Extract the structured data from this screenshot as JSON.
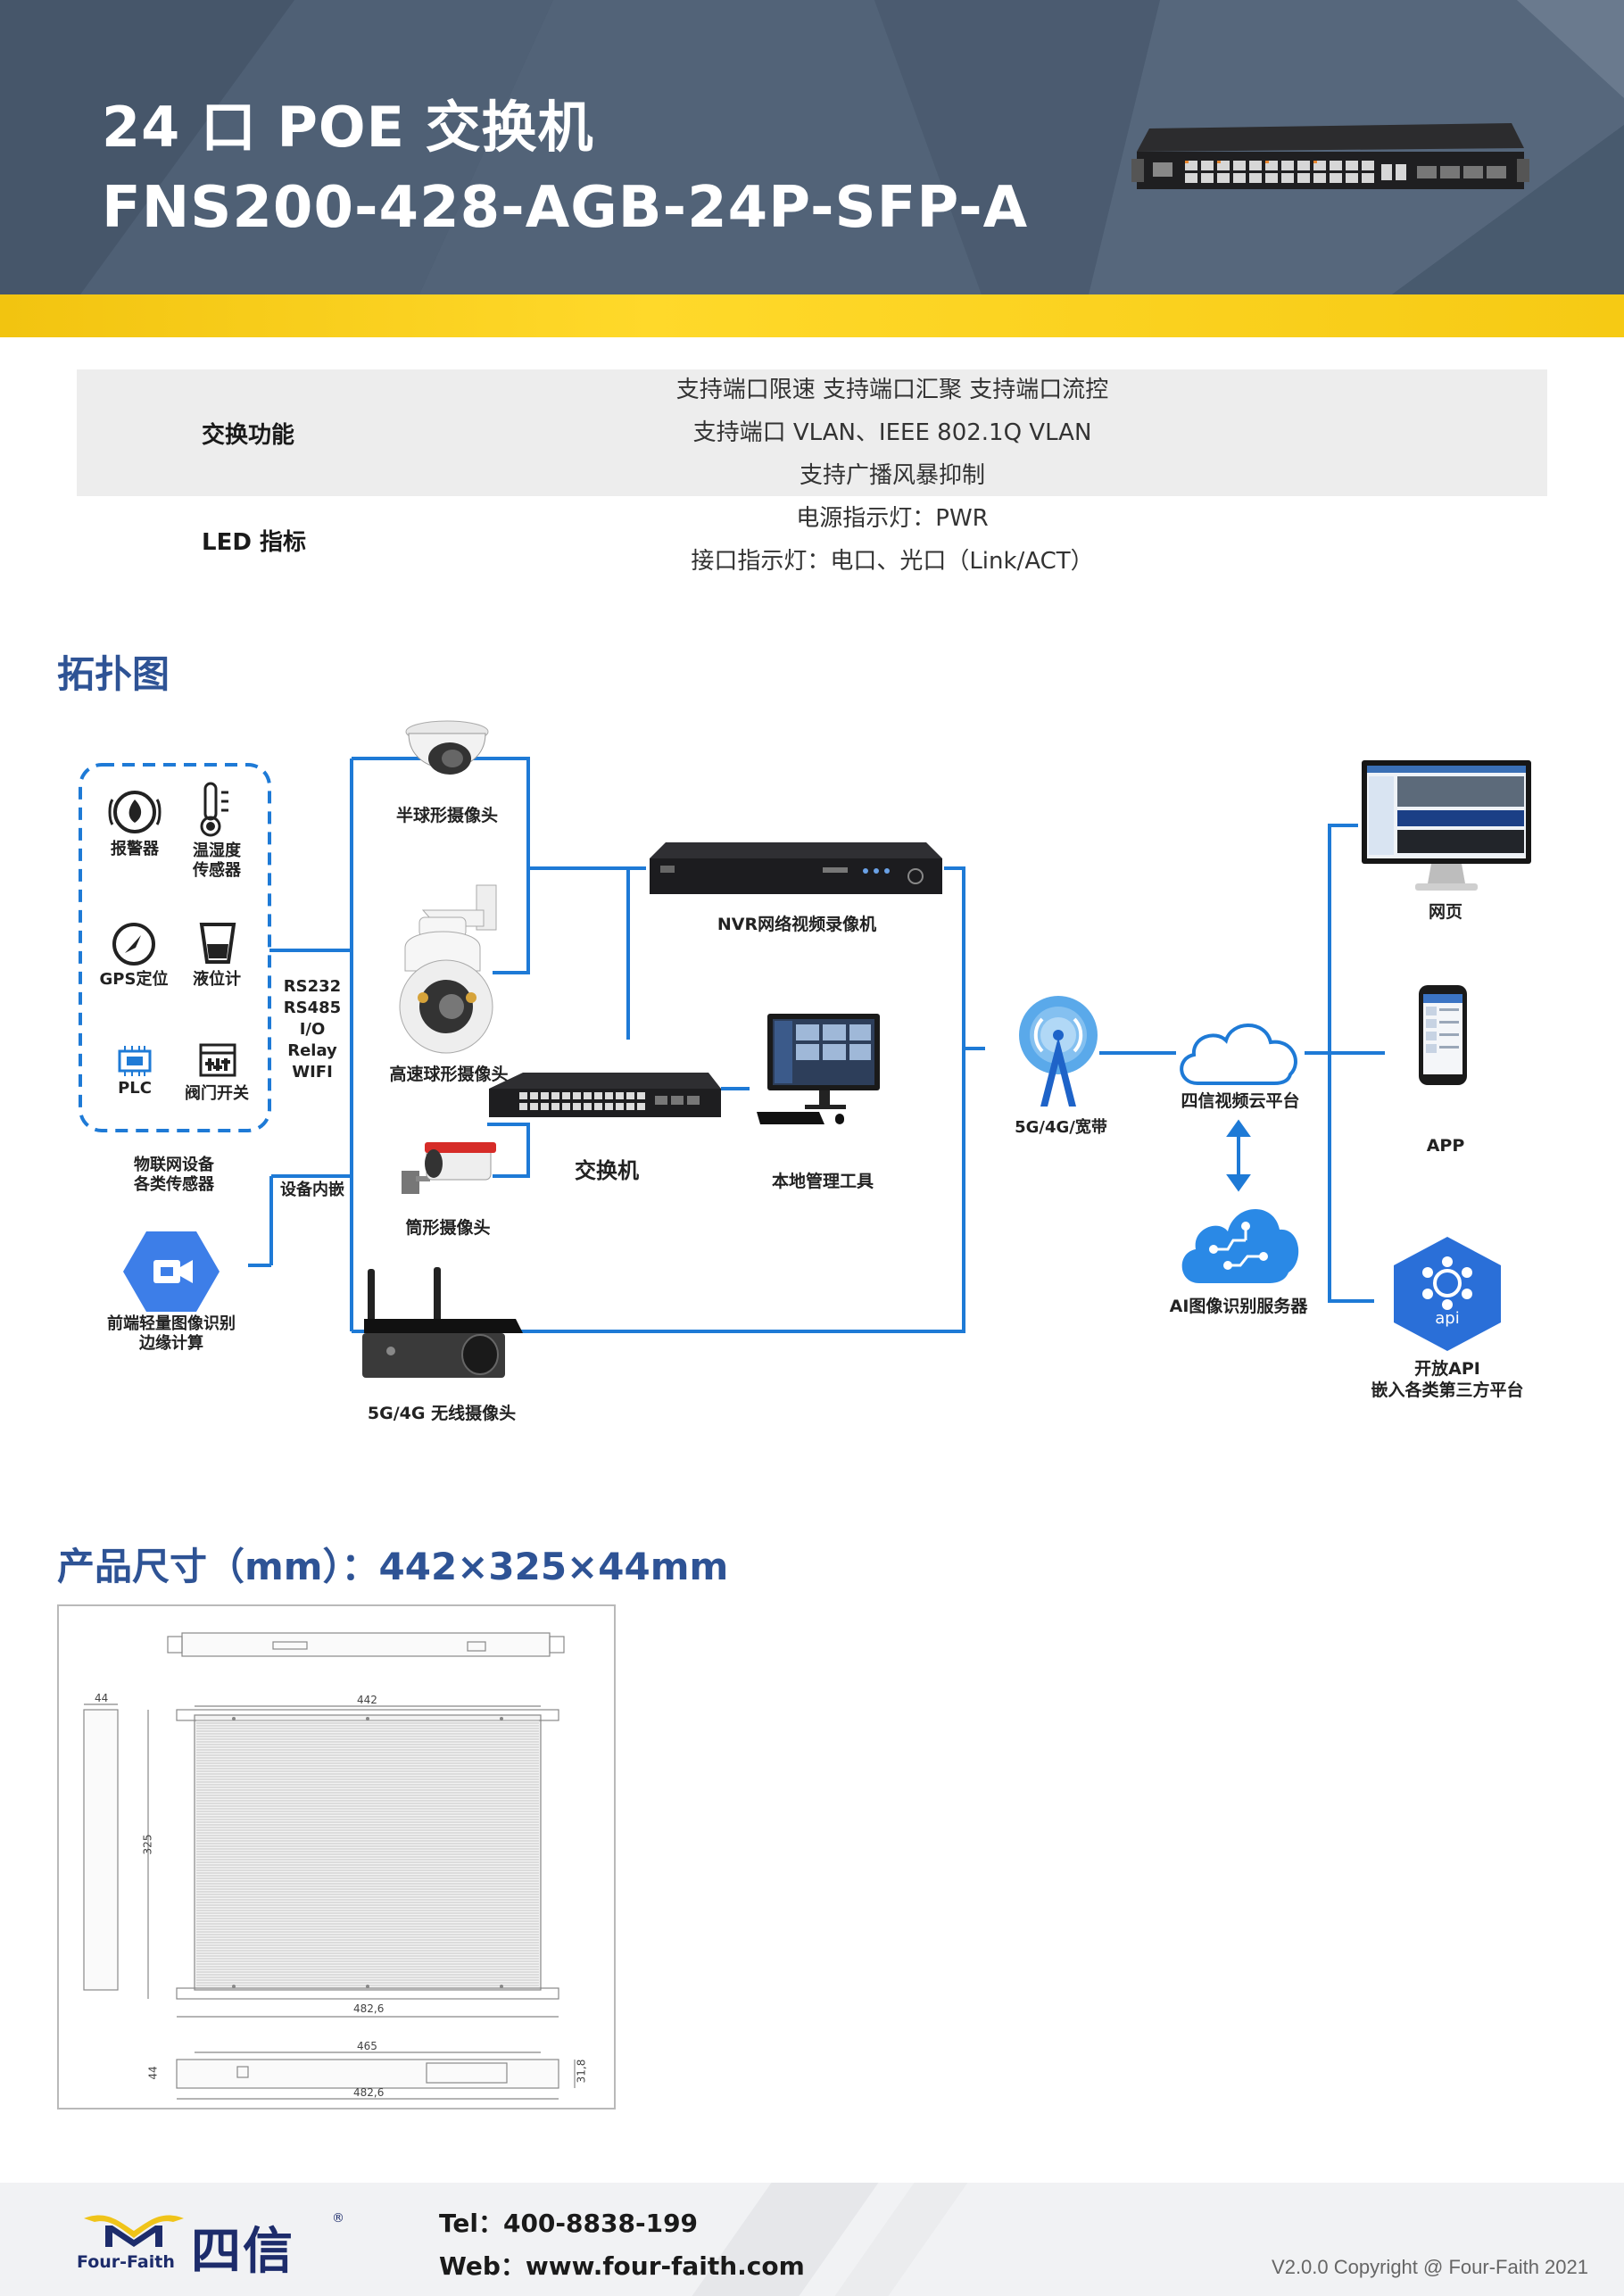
{
  "header": {
    "title_line1": "24 口 POE 交换机",
    "title_line2": "FNS200-428-AGB-24P-SFP-A",
    "background_color": "#4a5a6e",
    "accent_color": "#ffd21f"
  },
  "spec_table": {
    "rows": [
      {
        "label": "交换功能",
        "values": [
          "支持端口限速  支持端口汇聚  支持端口流控",
          "支持端口 VLAN、IEEE 802.1Q VLAN",
          "支持广播风暴抑制"
        ]
      },
      {
        "label": "LED 指标",
        "values": [
          "电源指示灯：PWR",
          "接口指示灯：电口、光口（Link/ACT）"
        ]
      }
    ]
  },
  "topology": {
    "title": "拓扑图",
    "iot_items": [
      "报警器",
      "温湿度",
      "传感器",
      "GPS定位",
      "液位计",
      "PLC",
      "阀门开关"
    ],
    "iot_caption": [
      "物联网设备",
      "各类传感器"
    ],
    "interfaces": [
      "RS232",
      "RS485",
      "I/O",
      "Relay",
      "WIFI"
    ],
    "embedded_label": "设备内嵌",
    "edge_caption": [
      "前端轻量图像识别",
      "边缘计算"
    ],
    "cameras": {
      "dome": "半球形摄像头",
      "speed_dome": "高速球形摄像头",
      "bullet": "筒形摄像头",
      "wireless": "5G/4G 无线摄像头"
    },
    "nvr": "NVR网络视频录像机",
    "switch": "交换机",
    "local_tool": "本地管理工具",
    "network": "5G/4G/宽带",
    "cloud": "四信视频云平台",
    "ai_server": "AI图像识别服务器",
    "web": "网页",
    "app": "APP",
    "api_badge": "api",
    "api_caption": [
      "开放API",
      "嵌入各类第三方平台"
    ],
    "line_color": "#1e7ad6"
  },
  "dimensions": {
    "title": "产品尺寸（mm）：442×325×44mm",
    "labels": [
      "44",
      "442",
      "325",
      "482,6",
      "465",
      "44",
      "31,8",
      "482,6"
    ]
  },
  "footer": {
    "brand_en": "Four-Faith",
    "brand_cn": "四信",
    "registered": "®",
    "tel": "Tel：400-8838-199",
    "web": "Web：www.four-faith.com",
    "copyright": "V2.0.0 Copyright @ Four-Faith 2021"
  }
}
